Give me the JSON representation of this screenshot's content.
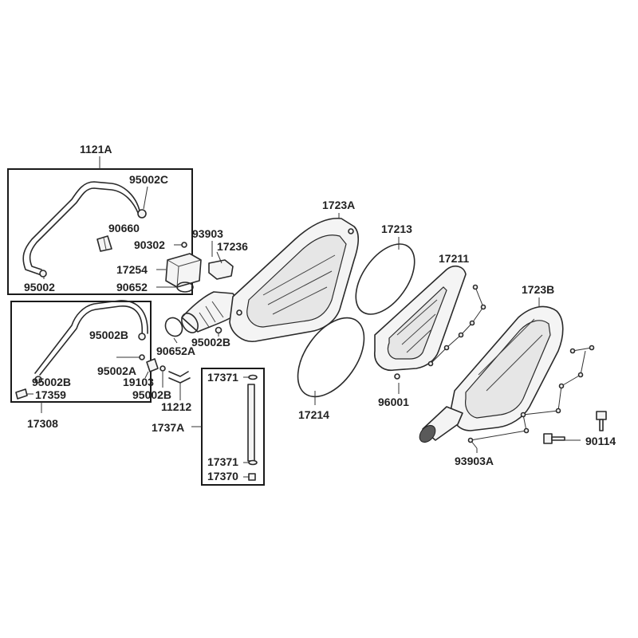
{
  "labels": {
    "l_1121A": "1121A",
    "l_95002C": "95002C",
    "l_90660": "90660",
    "l_95002": "95002",
    "l_93903": "93903",
    "l_90302": "90302",
    "l_17236": "17236",
    "l_17254": "17254",
    "l_90652": "90652",
    "l_1723A": "1723A",
    "l_17213": "17213",
    "l_17211": "17211",
    "l_1723B": "1723B",
    "l_95002B_a": "95002B",
    "l_95002B_b": "95002B",
    "l_95002B_c": "95002B",
    "l_95002B_d": "95002B",
    "l_17359": "17359",
    "l_17308": "17308",
    "l_90652A": "90652A",
    "l_95002A": "95002A",
    "l_19103": "19103",
    "l_11212": "11212",
    "l_17371_a": "17371",
    "l_17371_b": "17371",
    "l_17370": "17370",
    "l_1737A": "1737A",
    "l_17214": "17214",
    "l_96001": "96001",
    "l_93903A": "93903A",
    "l_90114": "90114"
  },
  "colors": {
    "line": "#2a2a2a",
    "text": "#222222",
    "background": "#ffffff"
  }
}
